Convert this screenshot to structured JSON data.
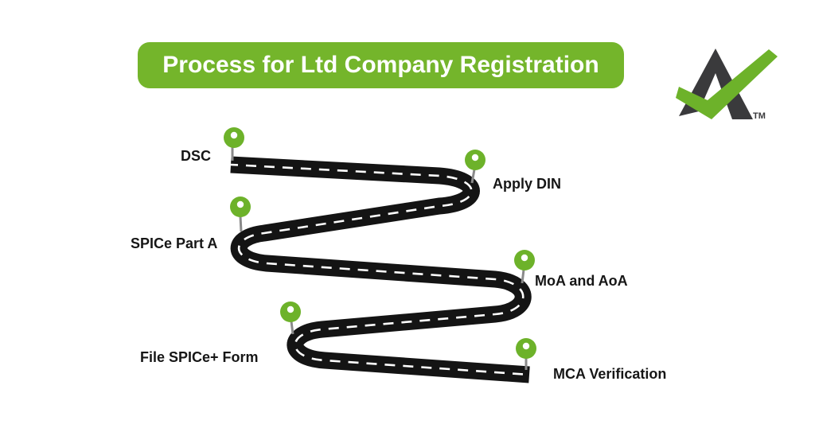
{
  "title": {
    "text": "Process for Ltd Company Registration"
  },
  "steps": [
    {
      "label": "DSC"
    },
    {
      "label": "Apply DIN"
    },
    {
      "label": "SPICe Part A"
    },
    {
      "label": "MoA and AoA"
    },
    {
      "label": "File SPICe+ Form"
    },
    {
      "label": "MCA Verification"
    }
  ],
  "brand": {
    "tm": "TM"
  },
  "colors": {
    "green": "#74b52b",
    "pin_green": "#6db22a",
    "road": "#141414",
    "label_text": "#161616",
    "title_text": "#ffffff",
    "logo_dark": "#3a3a3c"
  }
}
